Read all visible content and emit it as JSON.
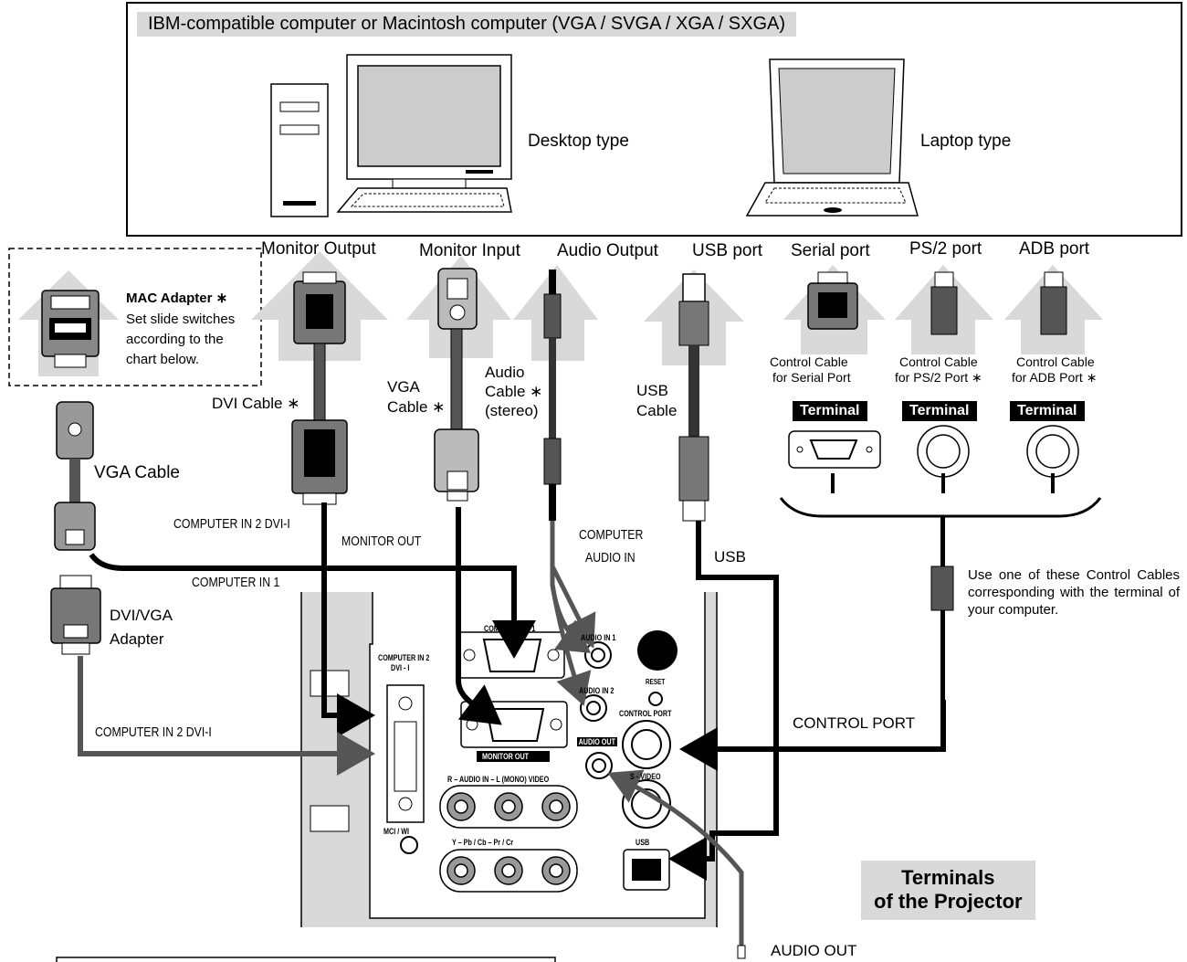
{
  "computer_box_title": "IBM-compatible computer or Macintosh computer (VGA / SVGA / XGA / SXGA)",
  "desktop_label": "Desktop type",
  "laptop_label": "Laptop type",
  "port_headers": {
    "monitor_output": "Monitor Output",
    "monitor_input": "Monitor Input",
    "audio_output": "Audio Output",
    "usb_port": "USB port",
    "serial_port": "Serial port",
    "ps2_port": "PS/2 port",
    "adb_port": "ADB port"
  },
  "mac_adapter": {
    "title": "MAC Adapter ∗",
    "line1": "Set slide switches",
    "line2": "according to the",
    "line3": "chart below."
  },
  "cables": {
    "dvi": "DVI Cable ∗",
    "vga_left": "VGA Cable",
    "vga_mid_1": "VGA",
    "vga_mid_2": "Cable ∗",
    "audio_1": "Audio",
    "audio_2": "Cable ∗",
    "audio_3": "(stereo)",
    "usb_1": "USB",
    "usb_2": "Cable",
    "dvi_vga_1": "DVI/VGA",
    "dvi_vga_2": "Adapter"
  },
  "control_cables": {
    "serial_1": "Control Cable",
    "serial_2": "for Serial Port",
    "ps2_1": "Control Cable",
    "ps2_2": "for PS/2 Port ∗",
    "adb_1": "Control Cable",
    "adb_2": "for ADB Port ∗",
    "terminal": "Terminal"
  },
  "connection_labels": {
    "computer_in_2_dvi_top": "COMPUTER IN 2 DVI-I",
    "monitor_out": "MONITOR OUT",
    "computer_audio_in_1": "COMPUTER",
    "computer_audio_in_2": "AUDIO IN",
    "usb": "USB",
    "computer_in_1": "COMPUTER IN 1",
    "computer_in_2_dvi_bottom": "COMPUTER IN 2 DVI-I",
    "control_port": "CONTROL PORT",
    "audio_out": "AUDIO OUT"
  },
  "use_note": "Use one of these Control Cables corresponding with the terminal of your computer.",
  "panel_labels": {
    "computer_in_1": "COMPUTER IN 1",
    "computer_in_2": "COMPUTER IN 2",
    "dvi_i": "DVI - I",
    "audio_in_1": "AUDIO IN 1",
    "audio_in_2": "AUDIO IN 2",
    "reset": "RESET",
    "control_port": "CONTROL PORT",
    "monitor_out": "MONITOR OUT",
    "audio_out": "AUDIO OUT",
    "s_video": "S - VIDEO",
    "audio_in_row": "R – AUDIO IN – L (MONO) VIDEO",
    "component_row": "Y  –  Pb / Cb –  Pr / Cr",
    "mci_wi": "MCI / WI",
    "usb": "USB"
  },
  "projector_title_1": "Terminals",
  "projector_title_2": "of the Projector"
}
